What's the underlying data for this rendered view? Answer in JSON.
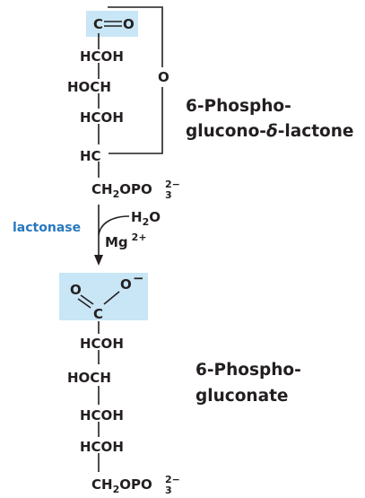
{
  "colors": {
    "text": "#231f20",
    "highlight": "#c8e6f5",
    "enzyme": "#2878bd"
  },
  "lactone": {
    "carbonyl": {
      "c": "C",
      "o": "O"
    },
    "rows": [
      "HCOH",
      "HOCH",
      "HCOH",
      "HC"
    ],
    "ring_o": "O",
    "tail": {
      "ch2opo3": "CH",
      "sub2": "2",
      "opo": "OPO",
      "sub3": "3",
      "charge": "2−"
    },
    "name_line1": "6-Phospho-",
    "name_line2a": "glucono-",
    "name_delta": "δ",
    "name_line2b": "-lactone"
  },
  "reaction": {
    "enzyme": "lactonase",
    "water_h": "H",
    "water_sub": "2",
    "water_o": "O",
    "mg": "Mg",
    "mg_charge": "2+"
  },
  "gluconate": {
    "carboxylate": {
      "o_left": "O",
      "o_right": "O",
      "charge": "−",
      "c": "C"
    },
    "rows": [
      "HCOH",
      "HOCH",
      "HCOH",
      "HCOH"
    ],
    "tail": {
      "ch2opo3": "CH",
      "sub2": "2",
      "opo": "OPO",
      "sub3": "3",
      "charge": "2−"
    },
    "name_line1": "6-Phospho-",
    "name_line2": "gluconate"
  }
}
